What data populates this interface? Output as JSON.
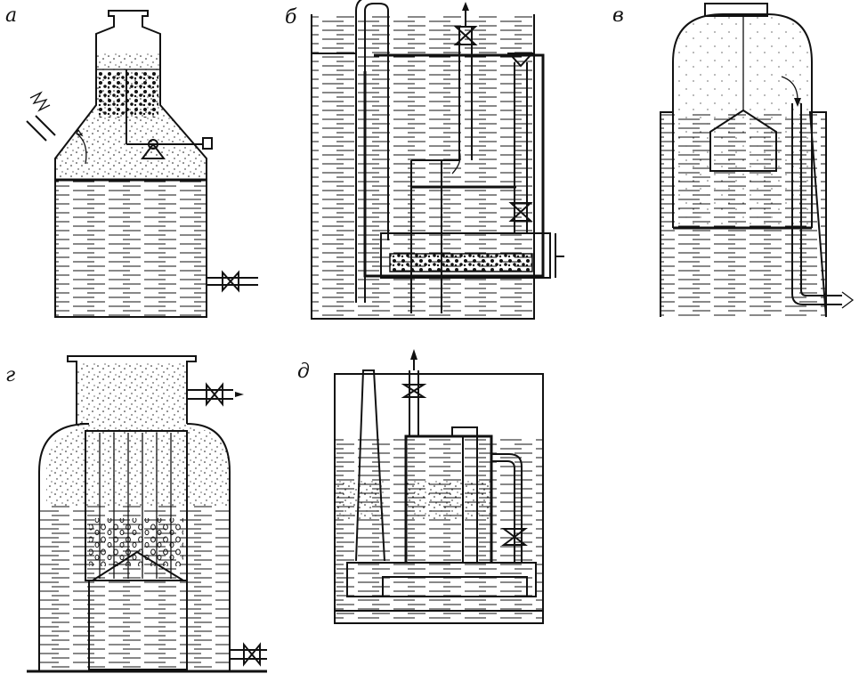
{
  "figure": {
    "panels": [
      {
        "id": "a",
        "label": "а"
      },
      {
        "id": "b",
        "label": "б"
      },
      {
        "id": "v",
        "label": "в"
      },
      {
        "id": "g",
        "label": "г"
      },
      {
        "id": "d",
        "label": "д"
      }
    ]
  },
  "colors": {
    "ink": "#111111",
    "paper": "#ffffff"
  }
}
